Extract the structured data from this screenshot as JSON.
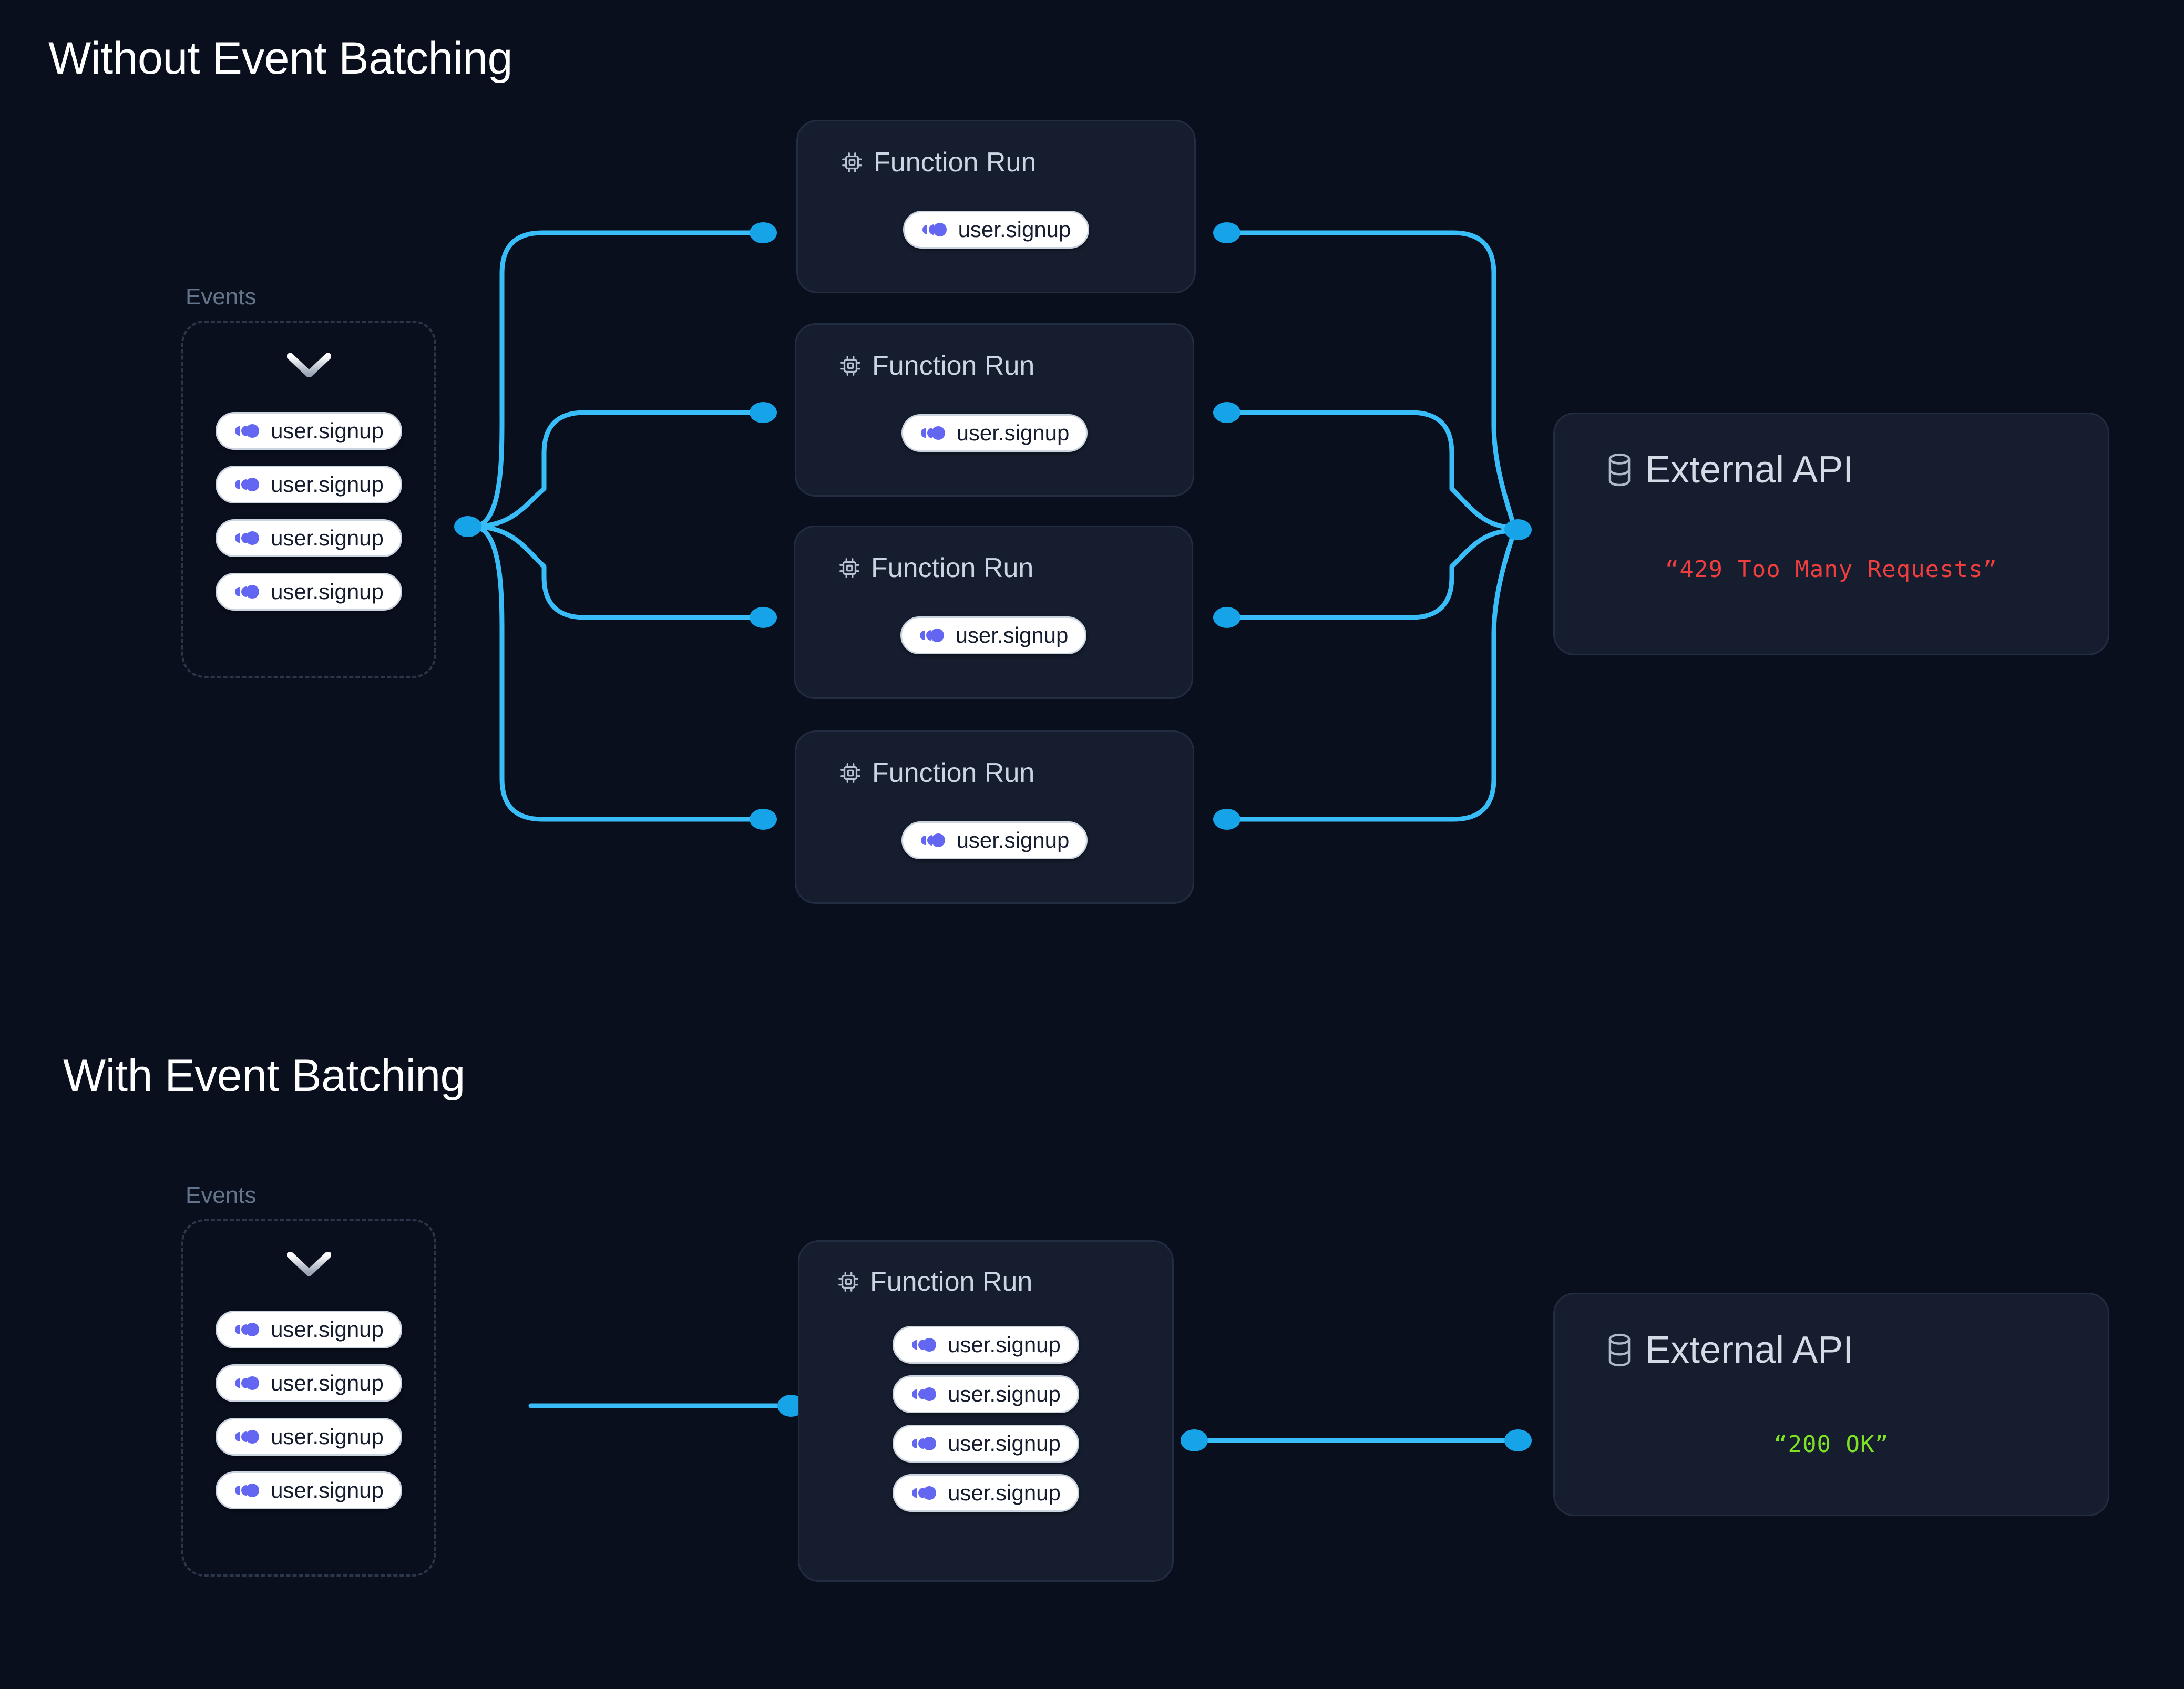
{
  "theme": {
    "background": "#0a0f1e",
    "card_bg": "#161d2e",
    "card_border": "#232d42",
    "edge_color": "#38bdf8",
    "node_color": "#17a3e8",
    "accent_purple": "#6366f1",
    "error_color": "#f03e3e",
    "ok_color": "#7ee223",
    "muted_text": "#64748b",
    "head_text": "#cbd5e1"
  },
  "sections": [
    {
      "id": "without-batching",
      "title": "Without Event Batching",
      "events": {
        "label": "Events",
        "chevron_icon": "chevron-down-icon",
        "pills": [
          {
            "icon": "inngest-event-icon",
            "label": "user.signup"
          },
          {
            "icon": "inngest-event-icon",
            "label": "user.signup"
          },
          {
            "icon": "inngest-event-icon",
            "label": "user.signup"
          },
          {
            "icon": "inngest-event-icon",
            "label": "user.signup"
          }
        ]
      },
      "function_runs": [
        {
          "icon": "cpu-chip-icon",
          "title": "Function Run",
          "pills": [
            {
              "label": "user.signup"
            }
          ]
        },
        {
          "icon": "cpu-chip-icon",
          "title": "Function Run",
          "pills": [
            {
              "label": "user.signup"
            }
          ]
        },
        {
          "icon": "cpu-chip-icon",
          "title": "Function Run",
          "pills": [
            {
              "label": "user.signup"
            }
          ]
        },
        {
          "icon": "cpu-chip-icon",
          "title": "Function Run",
          "pills": [
            {
              "label": "user.signup"
            }
          ]
        }
      ],
      "external_api": {
        "icon": "database-icon",
        "title": "External API",
        "status": "“429 Too Many Requests”",
        "status_kind": "error"
      }
    },
    {
      "id": "with-batching",
      "title": "With Event Batching",
      "events": {
        "label": "Events",
        "chevron_icon": "chevron-down-icon",
        "pills": [
          {
            "icon": "inngest-event-icon",
            "label": "user.signup"
          },
          {
            "icon": "inngest-event-icon",
            "label": "user.signup"
          },
          {
            "icon": "inngest-event-icon",
            "label": "user.signup"
          },
          {
            "icon": "inngest-event-icon",
            "label": "user.signup"
          }
        ]
      },
      "function_runs": [
        {
          "icon": "cpu-chip-icon",
          "title": "Function Run",
          "pills": [
            {
              "label": "user.signup"
            },
            {
              "label": "user.signup"
            },
            {
              "label": "user.signup"
            },
            {
              "label": "user.signup"
            }
          ]
        }
      ],
      "external_api": {
        "icon": "database-icon",
        "title": "External API",
        "status": "“200 OK”",
        "status_kind": "ok"
      }
    }
  ]
}
